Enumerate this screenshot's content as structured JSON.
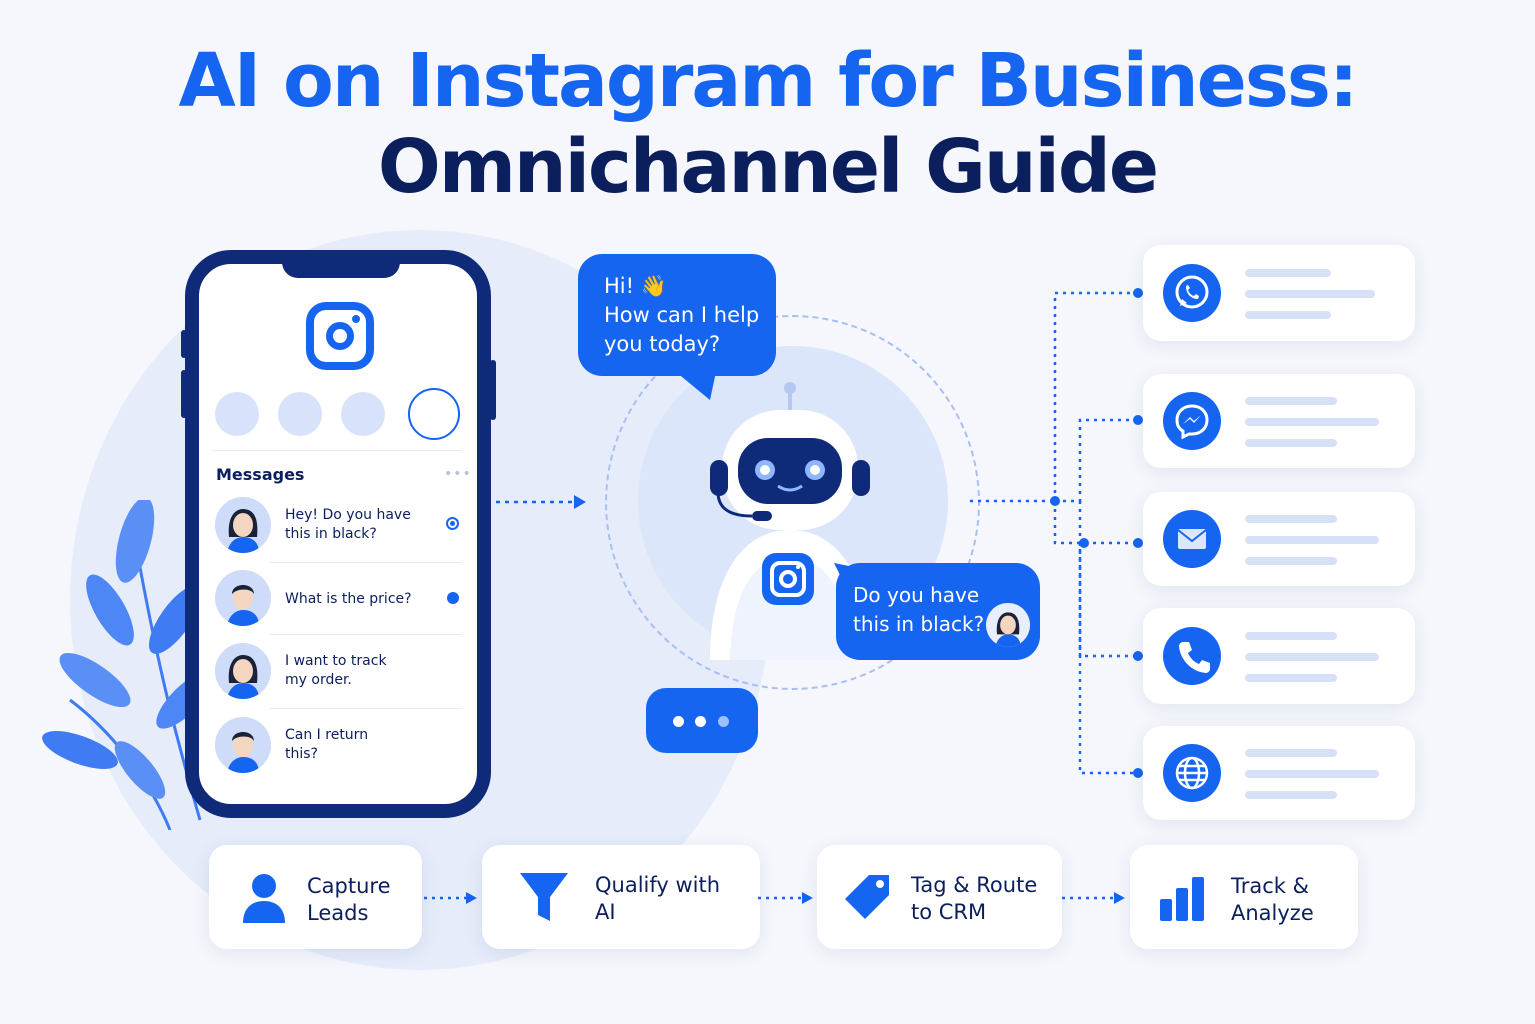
{
  "title": {
    "line1": "AI on Instagram for Business:",
    "line2": "Omnichannel Guide"
  },
  "phone": {
    "messages_header": "Messages",
    "more_label": "•••",
    "messages": [
      {
        "text": "Hey! Do you have this in black?",
        "line1": "Hey! Do you have",
        "line2": "this in black?",
        "avatar": "woman-avatar",
        "unread": "ring"
      },
      {
        "text": "What is the price?",
        "line1": "What is the price?",
        "line2": "",
        "avatar": "man-avatar",
        "unread": "dot"
      },
      {
        "text": "I want to track my order.",
        "line1": "I want to track",
        "line2": "my order.",
        "avatar": "woman-avatar",
        "unread": "none"
      },
      {
        "text": "Can I return this?",
        "line1": "Can I return",
        "line2": "this?",
        "avatar": "man-avatar",
        "unread": "none"
      }
    ]
  },
  "bot": {
    "greeting_line1": "Hi! 👋",
    "greeting_line2": "How can I help",
    "greeting_line3": "you today?",
    "question_line1": "Do you have",
    "question_line2": "this in black?",
    "typing": "•••"
  },
  "channels": [
    {
      "name": "WhatsApp",
      "icon": "whatsapp-icon"
    },
    {
      "name": "Messenger",
      "icon": "messenger-icon"
    },
    {
      "name": "Email",
      "icon": "email-icon"
    },
    {
      "name": "Phone",
      "icon": "phone-icon"
    },
    {
      "name": "Web",
      "icon": "globe-icon"
    }
  ],
  "steps": [
    {
      "line1": "Capture",
      "line2": "Leads",
      "icon": "user-icon"
    },
    {
      "line1": "Qualify with",
      "line2": "AI",
      "icon": "funnel-icon"
    },
    {
      "line1": "Tag & Route",
      "line2": "to CRM",
      "icon": "tag-icon"
    },
    {
      "line1": "Track &",
      "line2": "Analyze",
      "icon": "bar-chart-icon"
    }
  ],
  "colors": {
    "primary": "#1565f0",
    "navy": "#0b1f5c",
    "background": "#f5f7fc"
  }
}
